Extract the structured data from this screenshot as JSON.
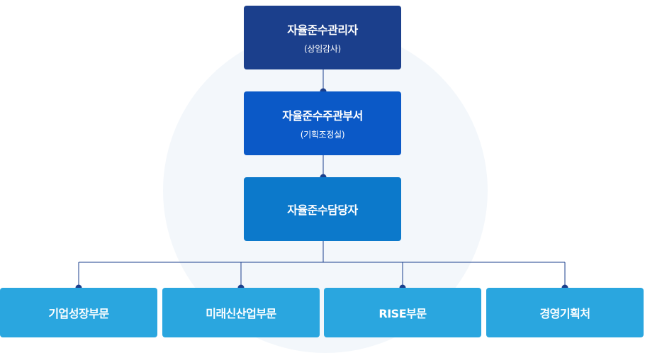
{
  "top": {
    "title": "자율준수관리자",
    "subtitle": "(상임감사)"
  },
  "middle": {
    "title": "자율준수주관부서",
    "subtitle": "(기획조정실)"
  },
  "officer": {
    "title": "자율준수담당자"
  },
  "departments": [
    "기업성장부문",
    "미래신산업부문",
    "RISE부문",
    "경영기획처"
  ],
  "colors": {
    "top": "#1b3f8c",
    "middle": "#0b59c7",
    "officer": "#0c79cb",
    "department": "#2aa6df",
    "connector": "#1b3f8c",
    "background_circle": "#f3f7fb"
  }
}
